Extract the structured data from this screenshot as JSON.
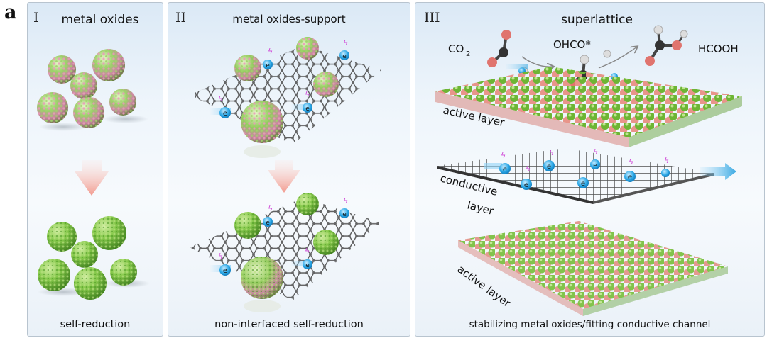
{
  "figure_label": "a",
  "panels": [
    {
      "numeral": "I",
      "title": "metal oxides",
      "caption": "self-reduction"
    },
    {
      "numeral": "II",
      "title": "metal oxides-support",
      "caption": "non-interfaced self-reduction"
    },
    {
      "numeral": "III",
      "title": "superlattice",
      "caption": "stabilizing metal oxides/fitting conductive channel"
    }
  ],
  "electron_symbol": "e",
  "superlattice_labels": {
    "co2": "CO",
    "co2_subscript": "2",
    "intermediate": "OHCO*",
    "product": "HCOOH",
    "layer_top": "active layer",
    "layer_middle_line1": "conductive",
    "layer_middle_line2": "layer",
    "layer_bottom": "active layer"
  },
  "colors": {
    "oxide_green": "#7cc043",
    "oxide_pink": "#e48fb1",
    "pink_atom": "#e8958a",
    "electron_blue": "#29a8e8",
    "graphene_gray": "#4a4a4a",
    "arrow_pink": "#f4a79c"
  }
}
